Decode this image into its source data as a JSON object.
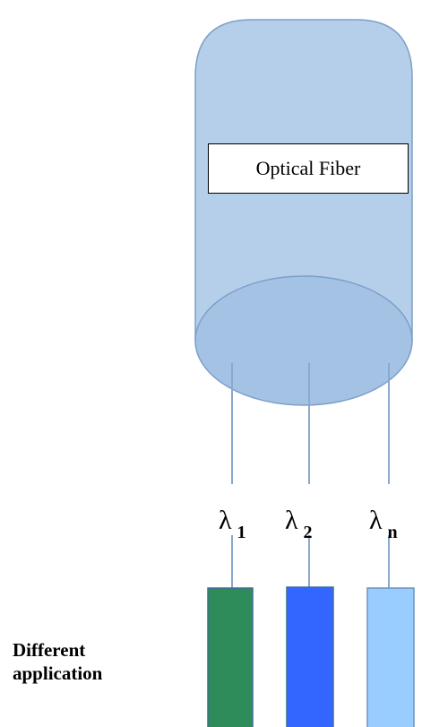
{
  "fiber": {
    "label": "Optical Fiber",
    "fill_color": "#b5cfea",
    "stroke_color": "#7d9fc6"
  },
  "channels": [
    {
      "symbol": "λ",
      "subscript": "1",
      "block_color": "#2e8b5a"
    },
    {
      "symbol": "λ",
      "subscript": "2",
      "block_color": "#3366ff"
    },
    {
      "symbol": "λ",
      "subscript": "n",
      "block_color": "#99ccff"
    }
  ],
  "application_label": "Different application",
  "line_color": "#8aa9cc"
}
